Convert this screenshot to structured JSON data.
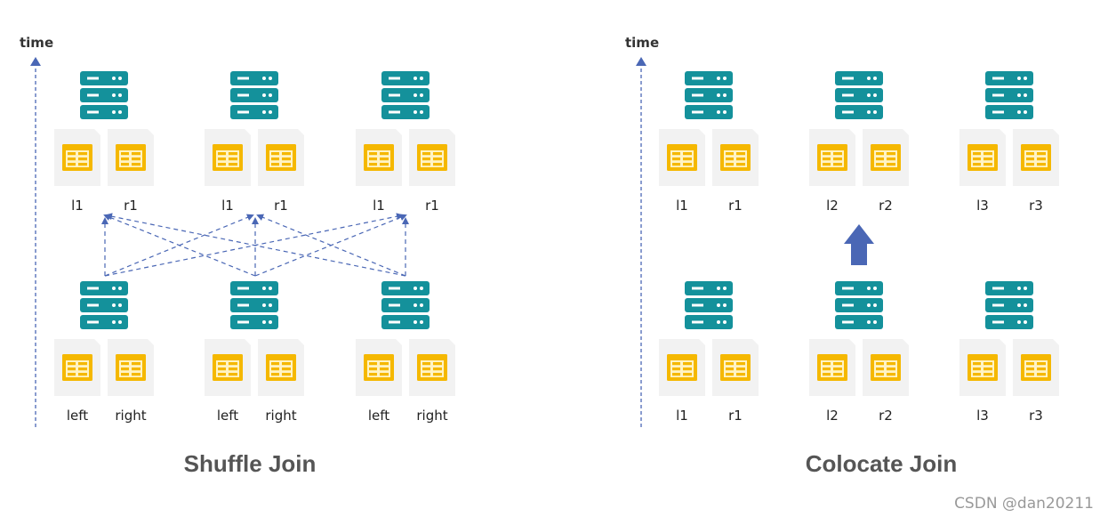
{
  "axis_label": "time",
  "shuffle": {
    "title": "Shuffle Join",
    "top_labels": [
      [
        "l1",
        "r1"
      ],
      [
        "l1",
        "r1"
      ],
      [
        "l1",
        "r1"
      ]
    ],
    "bottom_labels": [
      [
        "left",
        "right"
      ],
      [
        "left",
        "right"
      ],
      [
        "left",
        "right"
      ]
    ]
  },
  "colocate": {
    "title": "Colocate Join",
    "top_labels": [
      [
        "l1",
        "r1"
      ],
      [
        "l2",
        "r2"
      ],
      [
        "l3",
        "r3"
      ]
    ],
    "bottom_labels": [
      [
        "l1",
        "r1"
      ],
      [
        "l2",
        "r2"
      ],
      [
        "l3",
        "r3"
      ]
    ]
  },
  "watermark": "CSDN @dan20211",
  "colors": {
    "server": "#14919b",
    "table": "#f5b800",
    "doc_bg": "#f2f2f2",
    "arrow": "#4a67b5"
  }
}
